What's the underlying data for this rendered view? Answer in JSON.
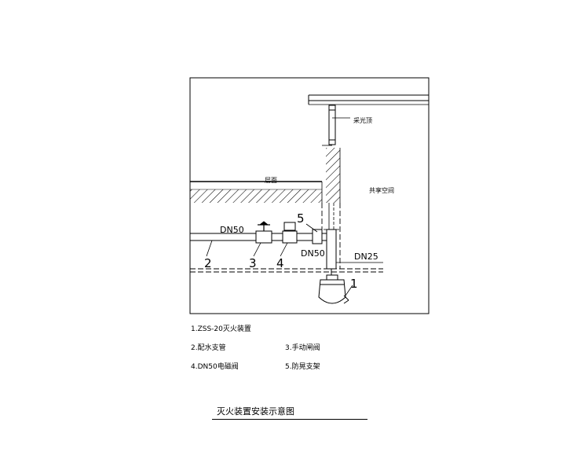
{
  "labels": {
    "fire_detector": "采光顶",
    "ceiling": "层面",
    "shared_space": "共享空间",
    "pipe_main": "DN50",
    "pipe_valve": "DN50",
    "pipe_branch": "DN25"
  },
  "callouts": [
    "1",
    "2",
    "3",
    "4",
    "5"
  ],
  "legend": [
    "1.ZSS-20灭火装置",
    "2.配水支管",
    "3.手动闸阀",
    "4.DN50电磁阀",
    "5.防晃支架"
  ],
  "caption": "灭火装置安装示意图"
}
